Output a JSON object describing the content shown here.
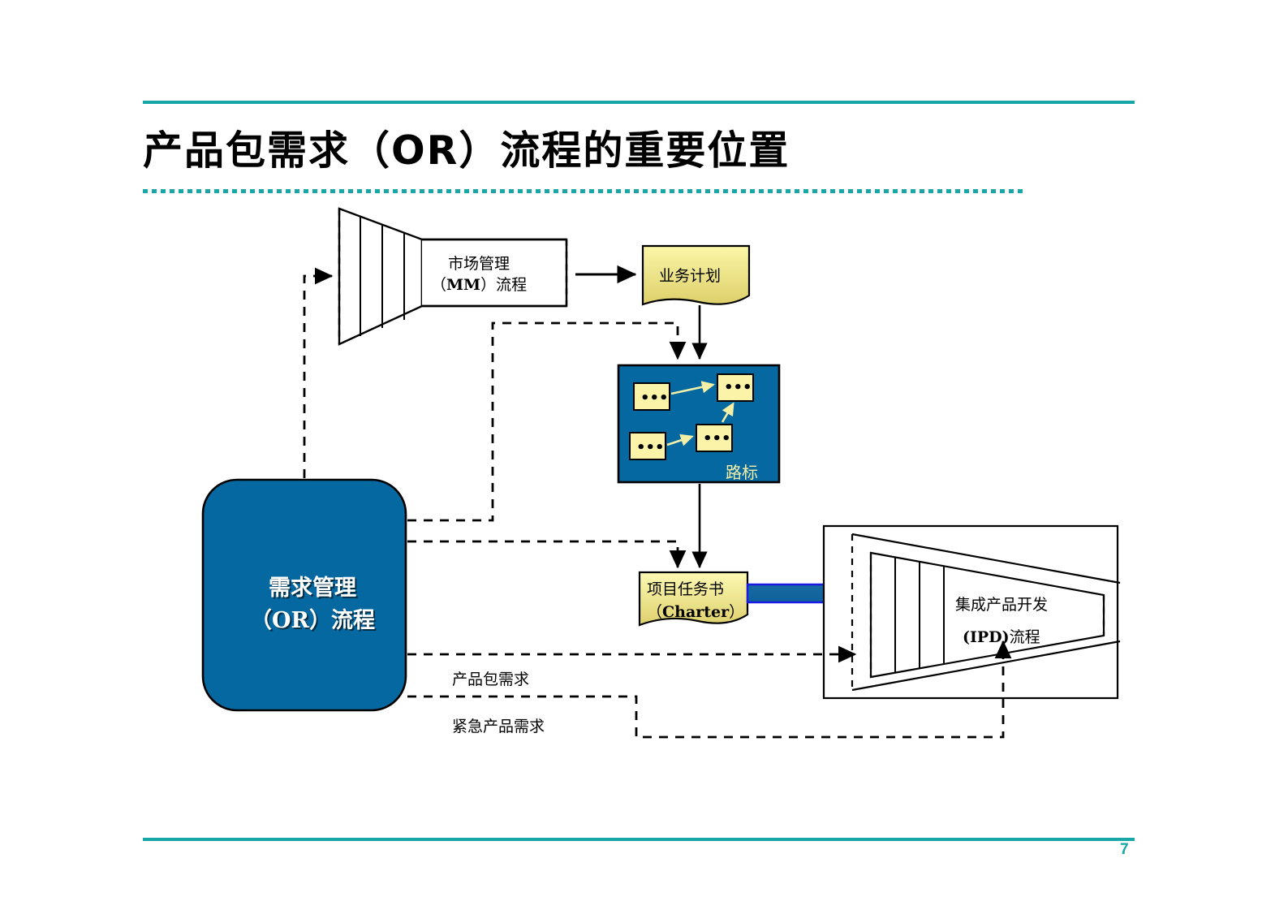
{
  "slide": {
    "title": "产品包需求（OR）流程的重要位置",
    "page_number": "7",
    "accent_color": "#18a6a6",
    "process_blue": "#0568a0",
    "note_yellow": "#fbf3a8",
    "doc_yellow": "#f0e98a"
  },
  "diagram": {
    "type": "process-flow",
    "nodes": {
      "mm_process": {
        "name": "market-management-process",
        "label_line1": "市场管理",
        "label_line2_prefix": "（",
        "label_line2_en": "MM",
        "label_line2_suffix": "）流程",
        "shape": "funnel"
      },
      "business_plan": {
        "name": "business-plan-document",
        "label": "业务计划",
        "shape": "document"
      },
      "roadmap": {
        "name": "roadmap-panel",
        "label": "路标",
        "shape": "filled-rect",
        "note_count": 4,
        "note_text": "..."
      },
      "or_process": {
        "name": "offering-requirement-process",
        "label_line1": "需求管理",
        "label_line2_prefix": "（",
        "label_line2_en": "OR",
        "label_line2_suffix": "）流程",
        "shape": "rounded-rect"
      },
      "charter": {
        "name": "project-charter-document",
        "label_line1": "项目任务书",
        "label_line2_prefix": "（",
        "label_line2_en": "Charter",
        "label_line2_suffix": "）",
        "shape": "document"
      },
      "ipd_process": {
        "name": "integrated-product-development-process",
        "label_line1": "集成产品开发",
        "label_line2_en": "(IPD)",
        "label_line2_suffix": "流程",
        "shape": "funnel-in-box"
      }
    },
    "edge_labels": {
      "offering_requirement": "产品包需求",
      "emergency_requirement": "紧急产品需求"
    }
  }
}
